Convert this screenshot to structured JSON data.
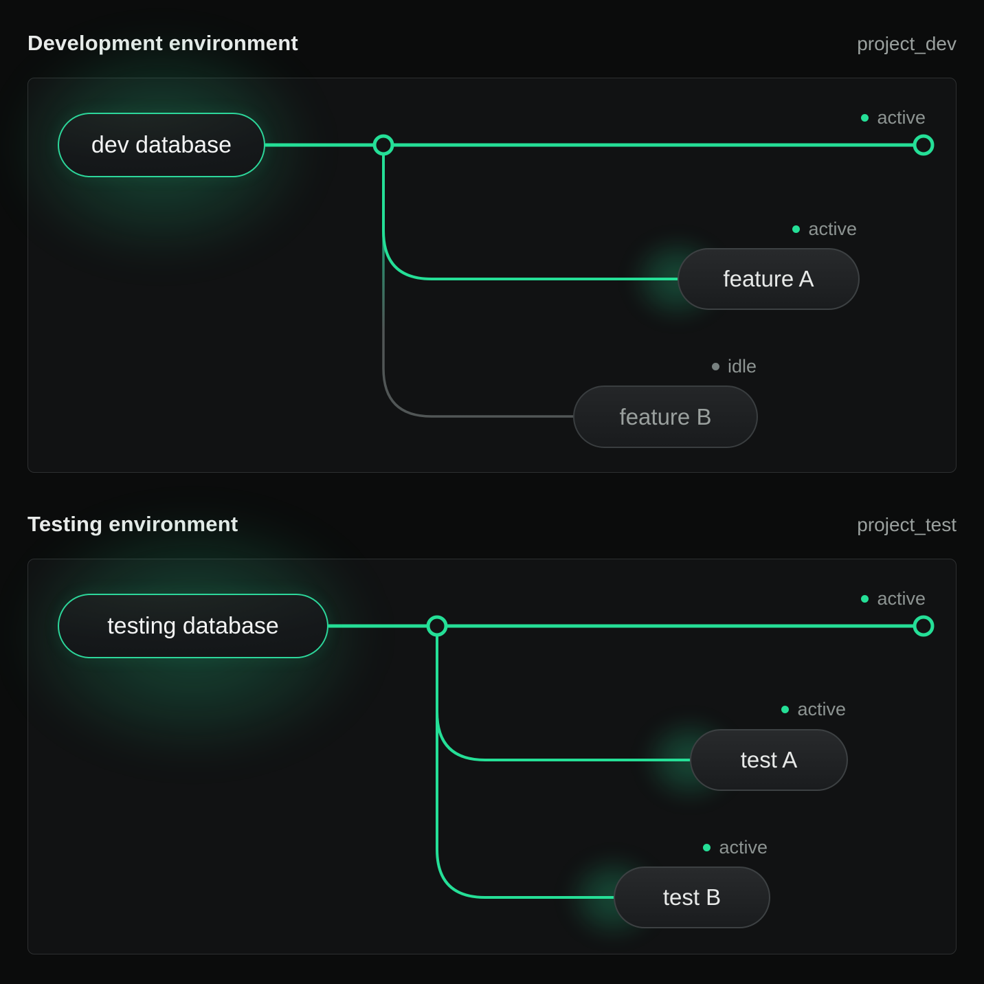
{
  "colors": {
    "accent_green": "#25df97",
    "idle_gray": "#515656",
    "status_text_gray": "#8d9492",
    "background": "#0b0c0c",
    "panel_border": "#2e3031"
  },
  "panels": [
    {
      "title": "Development environment",
      "project_label": "project_dev",
      "database": {
        "label": "dev database"
      },
      "main_branch": {
        "status": "active"
      },
      "branches": [
        {
          "label": "feature A",
          "status": "active"
        },
        {
          "label": "feature B",
          "status": "idle"
        }
      ]
    },
    {
      "title": "Testing environment",
      "project_label": "project_test",
      "database": {
        "label": "testing database"
      },
      "main_branch": {
        "status": "active"
      },
      "branches": [
        {
          "label": "test A",
          "status": "active"
        },
        {
          "label": "test B",
          "status": "active"
        }
      ]
    }
  ]
}
